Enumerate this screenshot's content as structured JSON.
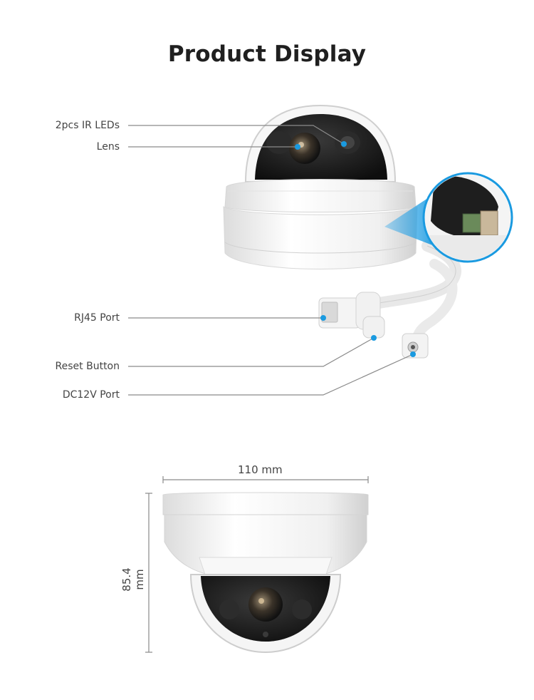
{
  "page": {
    "title": "Product Display"
  },
  "callouts": [
    {
      "label": "2pcs IR LEDs"
    },
    {
      "label": "Lens"
    },
    {
      "label": "RJ45 Port"
    },
    {
      "label": "Reset Button"
    },
    {
      "label": "DC12V Port"
    }
  ],
  "dimensions": {
    "width_label": "110 mm",
    "height_label": "85.4 mm"
  },
  "colors": {
    "accent": "#1a9ae0",
    "leader_line": "#8a8a8a",
    "dome_dark": "#1b1b1b",
    "housing": "#f2f2f2"
  }
}
